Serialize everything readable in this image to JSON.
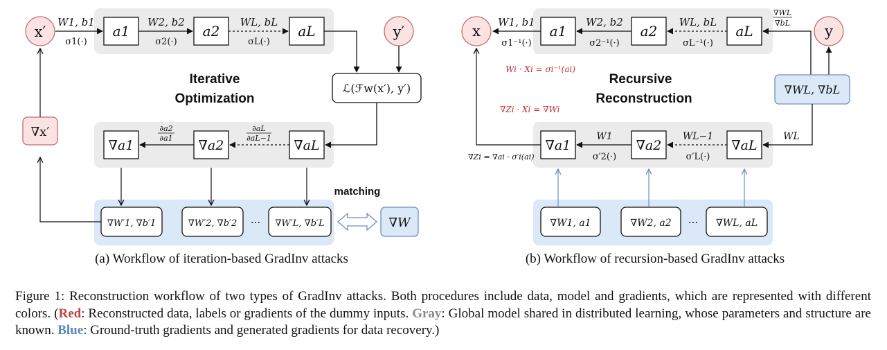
{
  "colors": {
    "gray_panel": "#ebebeb",
    "blue_panel": "#dbe8f8",
    "blue_stroke": "#6c8ebf",
    "red_fill": "#fbe3e3",
    "red_stroke": "#c96a6a",
    "red_text": "#c03030",
    "dark": "#111111"
  },
  "left": {
    "node_x": "x′",
    "node_y": "y′",
    "node_grad_x": "∇x′",
    "fwd_nodes": [
      "a1",
      "a2",
      "aL"
    ],
    "fwd_params": [
      "W1, b1",
      "W2, b2",
      "WL, bL"
    ],
    "fwd_acts": [
      "σ1(·)",
      "σ2(·)",
      "σL(·)"
    ],
    "loss": "ℒ(ℱw(x′), y′)",
    "title_line1": "Iterative",
    "title_line2": "Optimization",
    "bwd_nodes": [
      "∇a1",
      "∇a2",
      "∇aL"
    ],
    "bwd_ratio1_num": "∂a2",
    "bwd_ratio1_den": "∂a1",
    "bwd_ratio2_num": "∂aL",
    "bwd_ratio2_den": "∂aL−1",
    "grads": [
      "∇W′1, ∇b′1",
      "∇W′2, ∇b′2",
      "∇W′L, ∇b′L"
    ],
    "ellipsis": "···",
    "matching": "matching",
    "grad_W": "∇W",
    "caption": "(a)  Workflow of iteration-based GradInv attacks"
  },
  "right": {
    "node_x": "x",
    "node_y": "y",
    "fwd_nodes": [
      "a1",
      "a2",
      "aL"
    ],
    "fwd_params": [
      "W1, b1",
      "W2, b2",
      "WL, bL"
    ],
    "fwd_acts": [
      "σ1⁻¹(·)",
      "σ2⁻¹(·)",
      "σL⁻¹(·)"
    ],
    "ratio_num": "∇WL",
    "ratio_den": "∇bL",
    "eq1": "Wi · Xi = σi⁻¹(ai)",
    "eq2": "∇Zi · Xi = ∇Wi",
    "title_line1": "Recursive",
    "title_line2": "Reconstruction",
    "gt_box": "∇WL, ∇bL",
    "bwd_nodes": [
      "∇a1",
      "∇a2",
      "∇aL"
    ],
    "bwd_weights": [
      "W1",
      "WL−1"
    ],
    "bwd_acts": [
      "σ′2(·)",
      "σ′L(·)"
    ],
    "bwd_WL": "WL",
    "zi_label": "∇Zi = ∇ai · σ′i(ai)",
    "grads": [
      "∇W1, a1",
      "∇W2, a2",
      "∇WL, aL"
    ],
    "ellipsis": "···",
    "caption": "(b)  Workflow of recursion-based GradInv attacks"
  },
  "figure_caption": {
    "p1": "Figure 1: Reconstruction workflow of two types of GradInv attacks. Both procedures include data, model and gradients, which are represented with different colors. (",
    "red_label": "Red",
    "p2": ": Reconstructed data, labels or gradients of the dummy inputs. ",
    "gray_label": "Gray",
    "p3": ": Global model shared in distributed learning, whose parameters and structure are known. ",
    "blue_label": "Blue",
    "p4": ": Ground-truth gradients and generated gradients for data recovery.)"
  }
}
